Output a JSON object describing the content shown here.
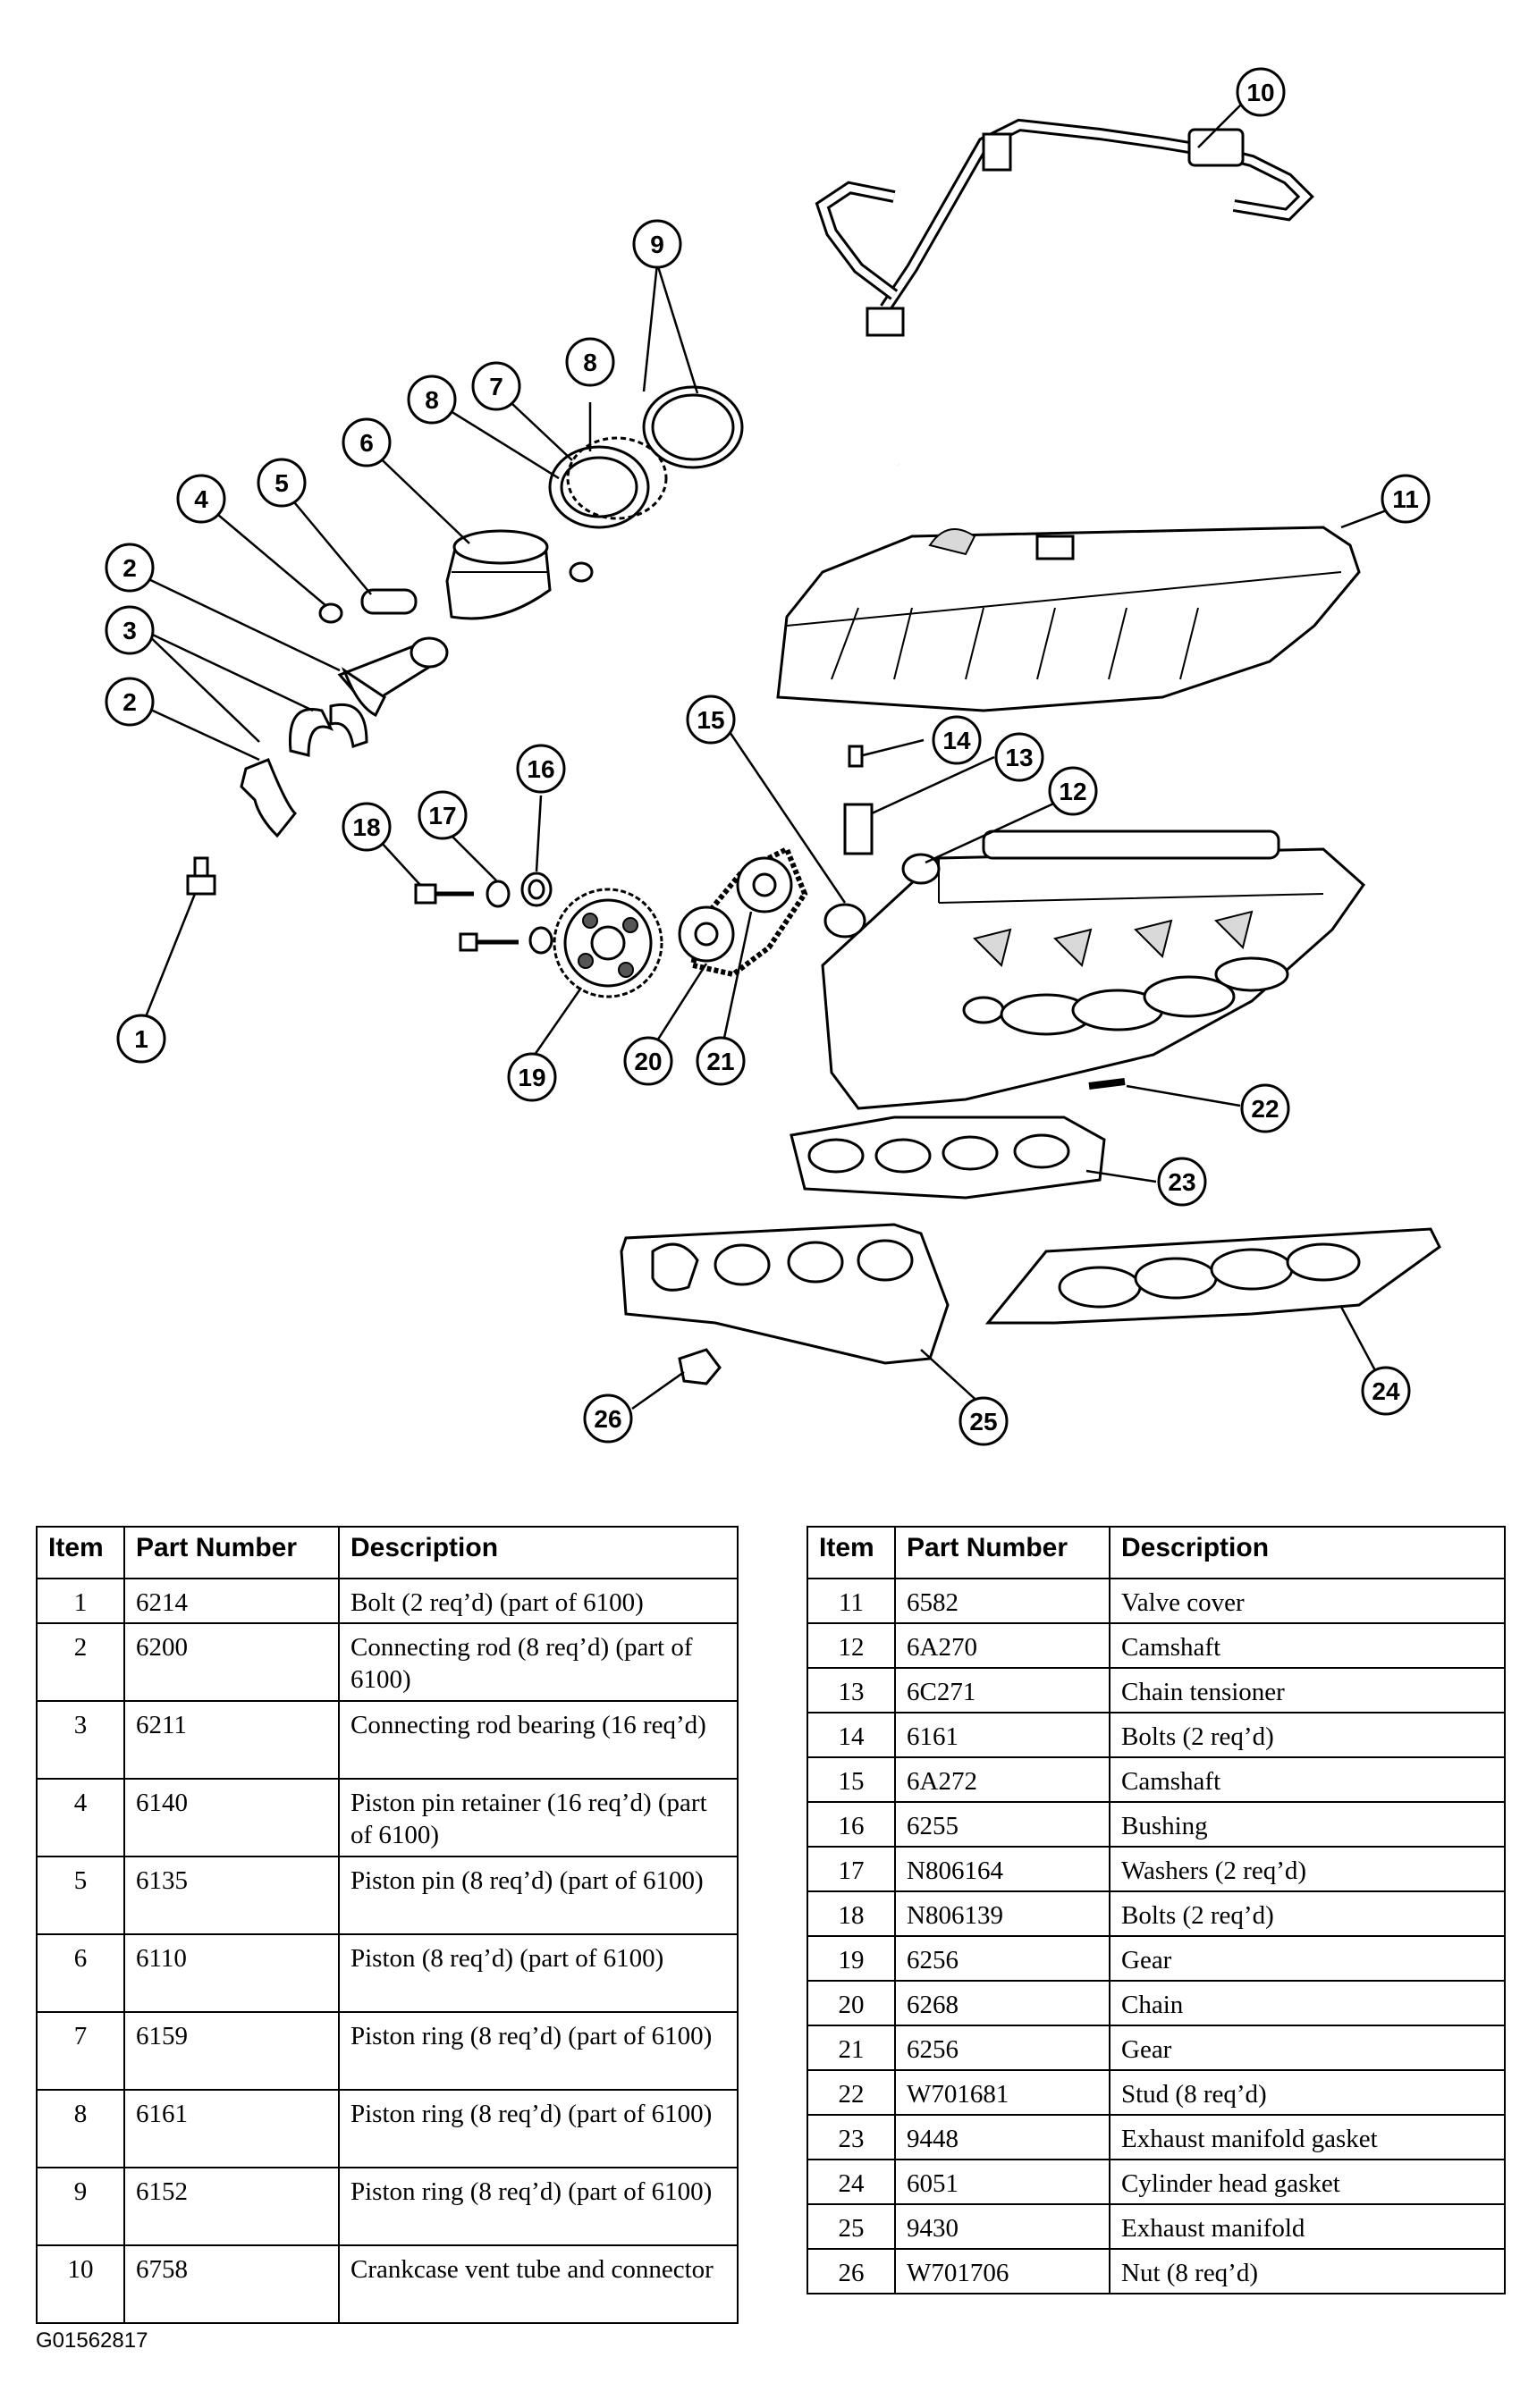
{
  "callouts": [
    "1",
    "2",
    "2",
    "3",
    "4",
    "5",
    "6",
    "7",
    "8",
    "8",
    "9",
    "10",
    "11",
    "12",
    "13",
    "14",
    "15",
    "16",
    "17",
    "18",
    "19",
    "20",
    "21",
    "22",
    "23",
    "24",
    "25",
    "26"
  ],
  "tables": {
    "left": {
      "headers": [
        "Item",
        "Part Number",
        "Description"
      ],
      "rows": [
        {
          "item": "1",
          "part": "6214",
          "desc": "Bolt (2 req’d) (part of 6100)"
        },
        {
          "item": "2",
          "part": "6200",
          "desc": "Connecting rod (8 req’d) (part of 6100)"
        },
        {
          "item": "3",
          "part": "6211",
          "desc": "Connecting rod bearing (16 req’d)"
        },
        {
          "item": "4",
          "part": "6140",
          "desc": "Piston pin retainer (16 req’d) (part of 6100)"
        },
        {
          "item": "5",
          "part": "6135",
          "desc": "Piston pin (8 req’d) (part of 6100)"
        },
        {
          "item": "6",
          "part": "6110",
          "desc": "Piston (8 req’d) (part of 6100)"
        },
        {
          "item": "7",
          "part": "6159",
          "desc": "Piston ring (8 req’d) (part of 6100)"
        },
        {
          "item": "8",
          "part": "6161",
          "desc": "Piston ring (8 req’d) (part of 6100)"
        },
        {
          "item": "9",
          "part": "6152",
          "desc": "Piston ring (8 req’d) (part of 6100)"
        },
        {
          "item": "10",
          "part": "6758",
          "desc": "Crankcase vent tube and connector"
        }
      ]
    },
    "right": {
      "headers": [
        "Item",
        "Part Number",
        "Description"
      ],
      "rows": [
        {
          "item": "11",
          "part": "6582",
          "desc": "Valve cover"
        },
        {
          "item": "12",
          "part": "6A270",
          "desc": "Camshaft"
        },
        {
          "item": "13",
          "part": "6C271",
          "desc": "Chain tensioner"
        },
        {
          "item": "14",
          "part": "6161",
          "desc": "Bolts (2 req’d)"
        },
        {
          "item": "15",
          "part": "6A272",
          "desc": "Camshaft"
        },
        {
          "item": "16",
          "part": "6255",
          "desc": "Bushing"
        },
        {
          "item": "17",
          "part": "N806164",
          "desc": "Washers (2 req’d)"
        },
        {
          "item": "18",
          "part": "N806139",
          "desc": "Bolts (2 req’d)"
        },
        {
          "item": "19",
          "part": "6256",
          "desc": "Gear"
        },
        {
          "item": "20",
          "part": "6268",
          "desc": "Chain"
        },
        {
          "item": "21",
          "part": "6256",
          "desc": "Gear"
        },
        {
          "item": "22",
          "part": "W701681",
          "desc": "Stud (8 req’d)"
        },
        {
          "item": "23",
          "part": "9448",
          "desc": "Exhaust manifold gasket"
        },
        {
          "item": "24",
          "part": "6051",
          "desc": "Cylinder head gasket"
        },
        {
          "item": "25",
          "part": "9430",
          "desc": "Exhaust manifold"
        },
        {
          "item": "26",
          "part": "W701706",
          "desc": "Nut (8 req’d)"
        }
      ]
    }
  },
  "figure_id": "G01562817"
}
